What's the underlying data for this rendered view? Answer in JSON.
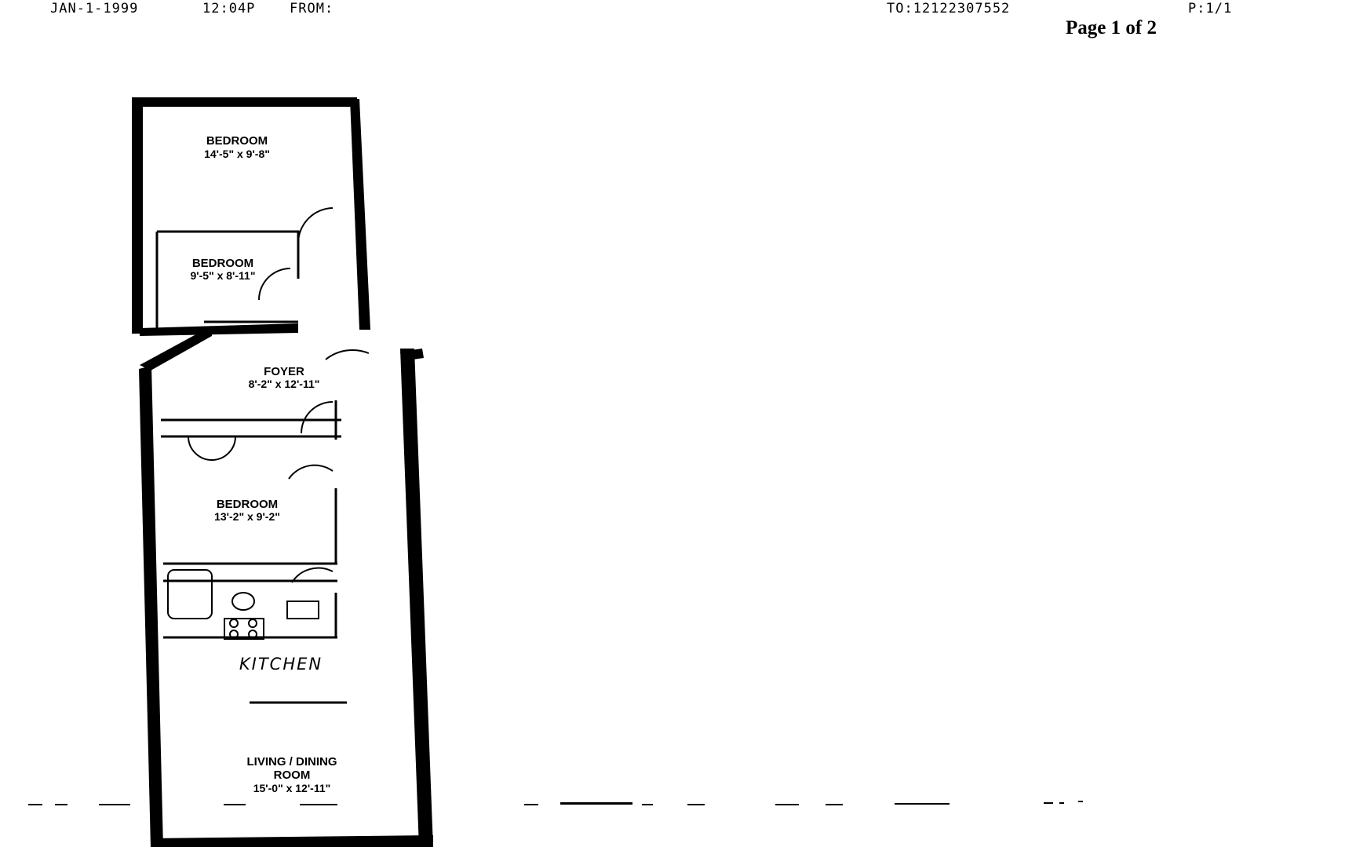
{
  "fax_header": {
    "date": "JAN-1-1999",
    "time": "12:04P",
    "from": "FROM:",
    "to": "TO:12122307552",
    "pages": "P:1/1"
  },
  "page_count": "Page 1 of 2",
  "rooms": {
    "bedroom_1": {
      "name": "BEDROOM",
      "size": "14'-5\" x 9'-8\""
    },
    "bedroom_2": {
      "name": "BEDROOM",
      "size": "9'-5\" x 8'-11\""
    },
    "foyer": {
      "name": "FOYER",
      "size": "8'-2\" x 12'-11\""
    },
    "bedroom_3": {
      "name": "BEDROOM",
      "size": "13'-2\" x 9'-2\""
    },
    "kitchen": {
      "name": "KITCHEN"
    },
    "living": {
      "name_line1": "LIVING / DINING",
      "name_line2": "ROOM",
      "size": "15'-0\" x 12'-11\""
    }
  }
}
